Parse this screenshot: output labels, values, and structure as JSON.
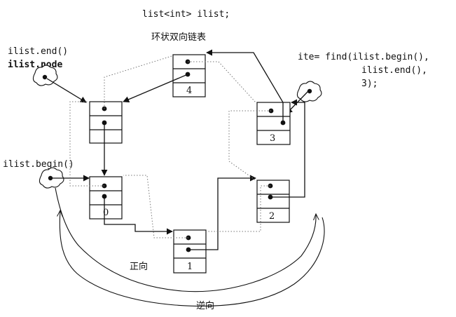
{
  "header": {
    "declaration": "list<int> ilist;",
    "title": "环状双向链表"
  },
  "left_labels": {
    "end_call": "ilist.end()",
    "node_member": "ilist.node",
    "begin_call": "ilist.begin()"
  },
  "find_call": {
    "line1": "ite= find(ilist.begin(),",
    "line2": "ilist.end(),",
    "line3": "3);"
  },
  "nodes": [
    {
      "id": "blank",
      "value": ""
    },
    {
      "id": "n0",
      "value": "0"
    },
    {
      "id": "n1",
      "value": "1"
    },
    {
      "id": "n2",
      "value": "2"
    },
    {
      "id": "n3",
      "value": "3"
    },
    {
      "id": "n4",
      "value": "4"
    }
  ],
  "directions": {
    "forward": "正向",
    "backward": "逆向"
  }
}
